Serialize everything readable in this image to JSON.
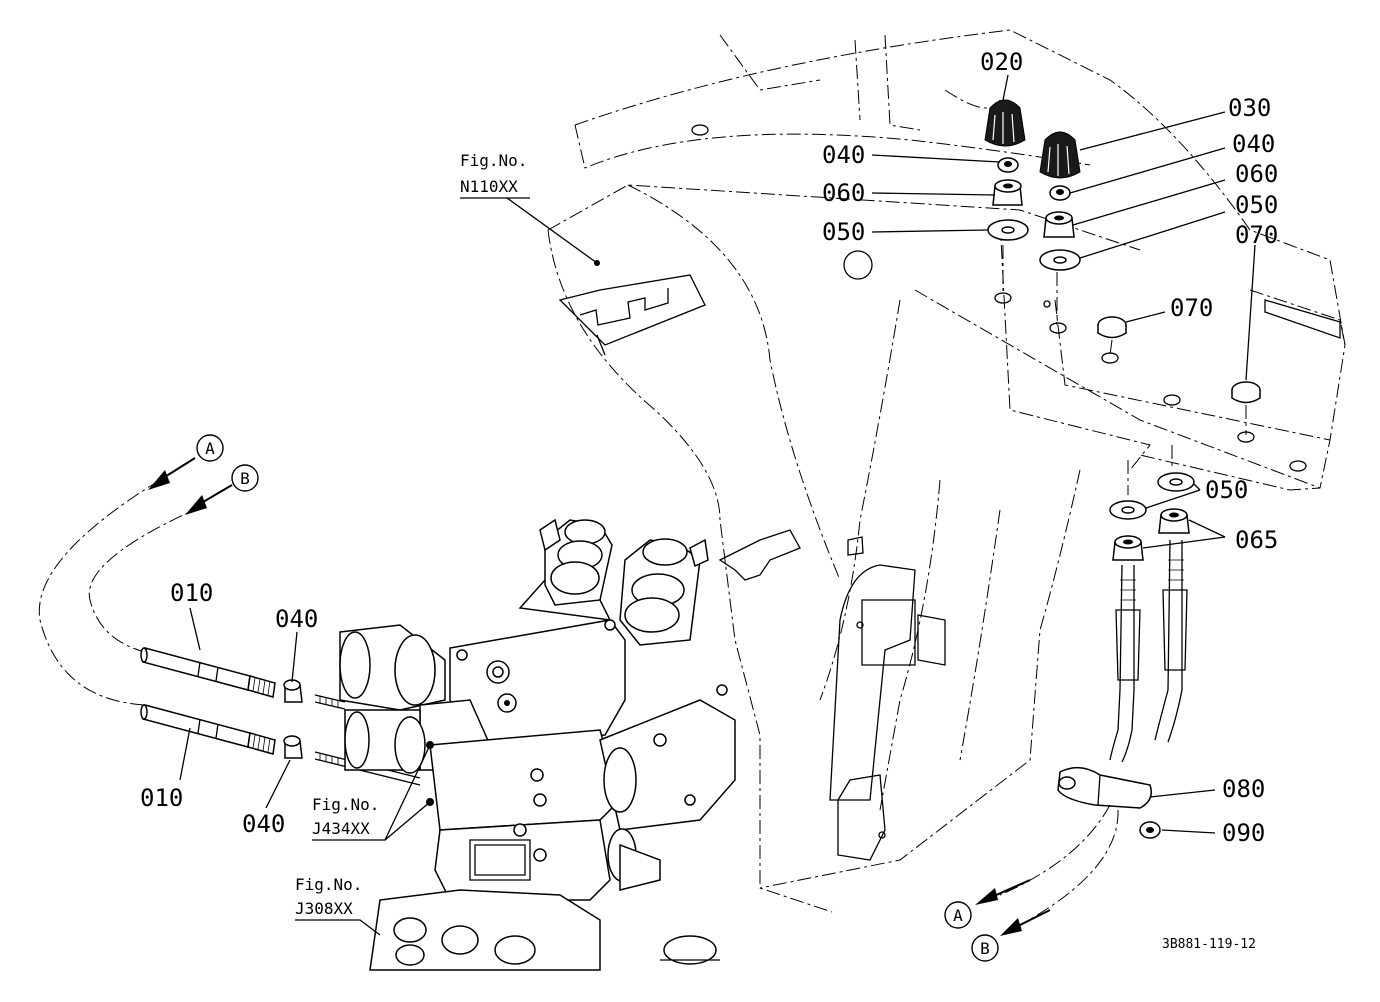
{
  "figure_refs": {
    "n110": {
      "label": "Fig.No.",
      "code": "N110XX"
    },
    "j434": {
      "label": "Fig.No.",
      "code": "J434XX"
    },
    "j308": {
      "label": "Fig.No.",
      "code": "J308XX"
    }
  },
  "callouts": {
    "p020": "020",
    "p030": "030",
    "p040_a": "040",
    "p040_b": "040",
    "p060_a": "060",
    "p060_b": "060",
    "p050_a": "050",
    "p050_b": "050",
    "p070_a": "070",
    "p070_b": "070",
    "p050_c": "050",
    "p065": "065",
    "p010_a": "010",
    "p010_b": "010",
    "p040_c": "040",
    "p040_d": "040",
    "p080": "080",
    "p090": "090"
  },
  "cable_markers": {
    "a_top": "A",
    "b_top": "B",
    "a_bottom": "A",
    "b_bottom": "B"
  },
  "drawing_number": "3B881-119-12"
}
